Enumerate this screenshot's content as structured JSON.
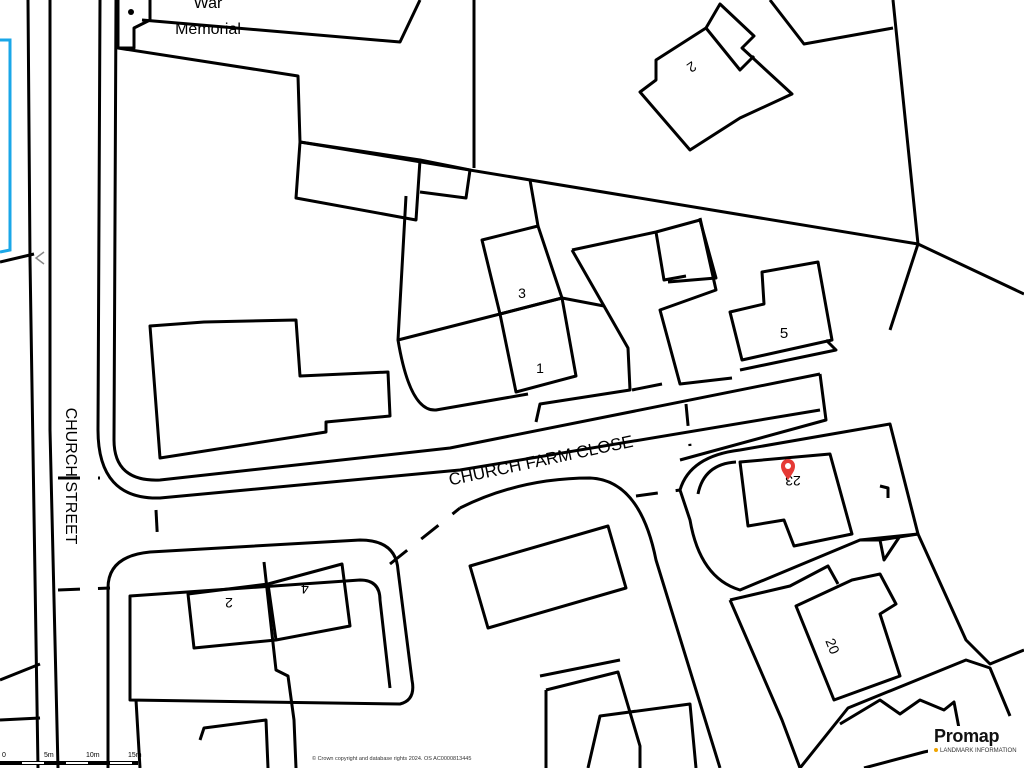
{
  "map": {
    "labels": {
      "war_memorial_line1": "War",
      "war_memorial_line2": "Memorial",
      "church_street": "CHURCH STREET",
      "church_farm_close": "CHURCH FARM CLOSE"
    },
    "house_numbers": {
      "n3": "3",
      "n1": "1",
      "n5": "5",
      "n2_top": "2",
      "n2_bottom": "2",
      "n4": "4",
      "n20": "20",
      "n23": "23"
    },
    "marker": {
      "color": "#e53935",
      "label": "location-pin"
    }
  },
  "scale_bar": {
    "labels": [
      "0",
      "5m",
      "10m",
      "15m"
    ]
  },
  "copyright": "© Crown copyright and database rights 2024. OS AC0000813445",
  "brand": {
    "name": "Promap",
    "tagline": "LANDMARK INFORMATION"
  },
  "colors": {
    "water_edge": "#1aa7e8",
    "marker": "#e53935",
    "brand_accent": "#f0a500"
  }
}
